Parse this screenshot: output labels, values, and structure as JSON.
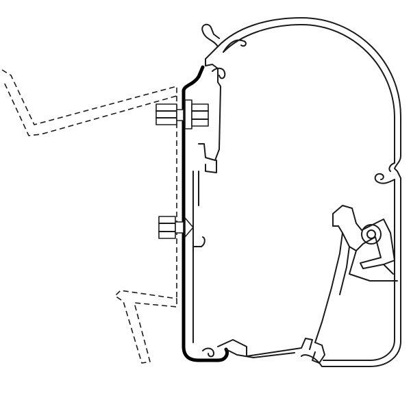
{
  "diagram": {
    "kind": "line-drawing",
    "labels": [],
    "colors": {
      "line": "#1a1a1a",
      "bracket": "#000000",
      "background": "#ffffff"
    },
    "components": {
      "vehicle_wall": "dashed",
      "adapter_bracket": "solid-bold",
      "awning_profile": "outline",
      "bolts": 2
    }
  }
}
